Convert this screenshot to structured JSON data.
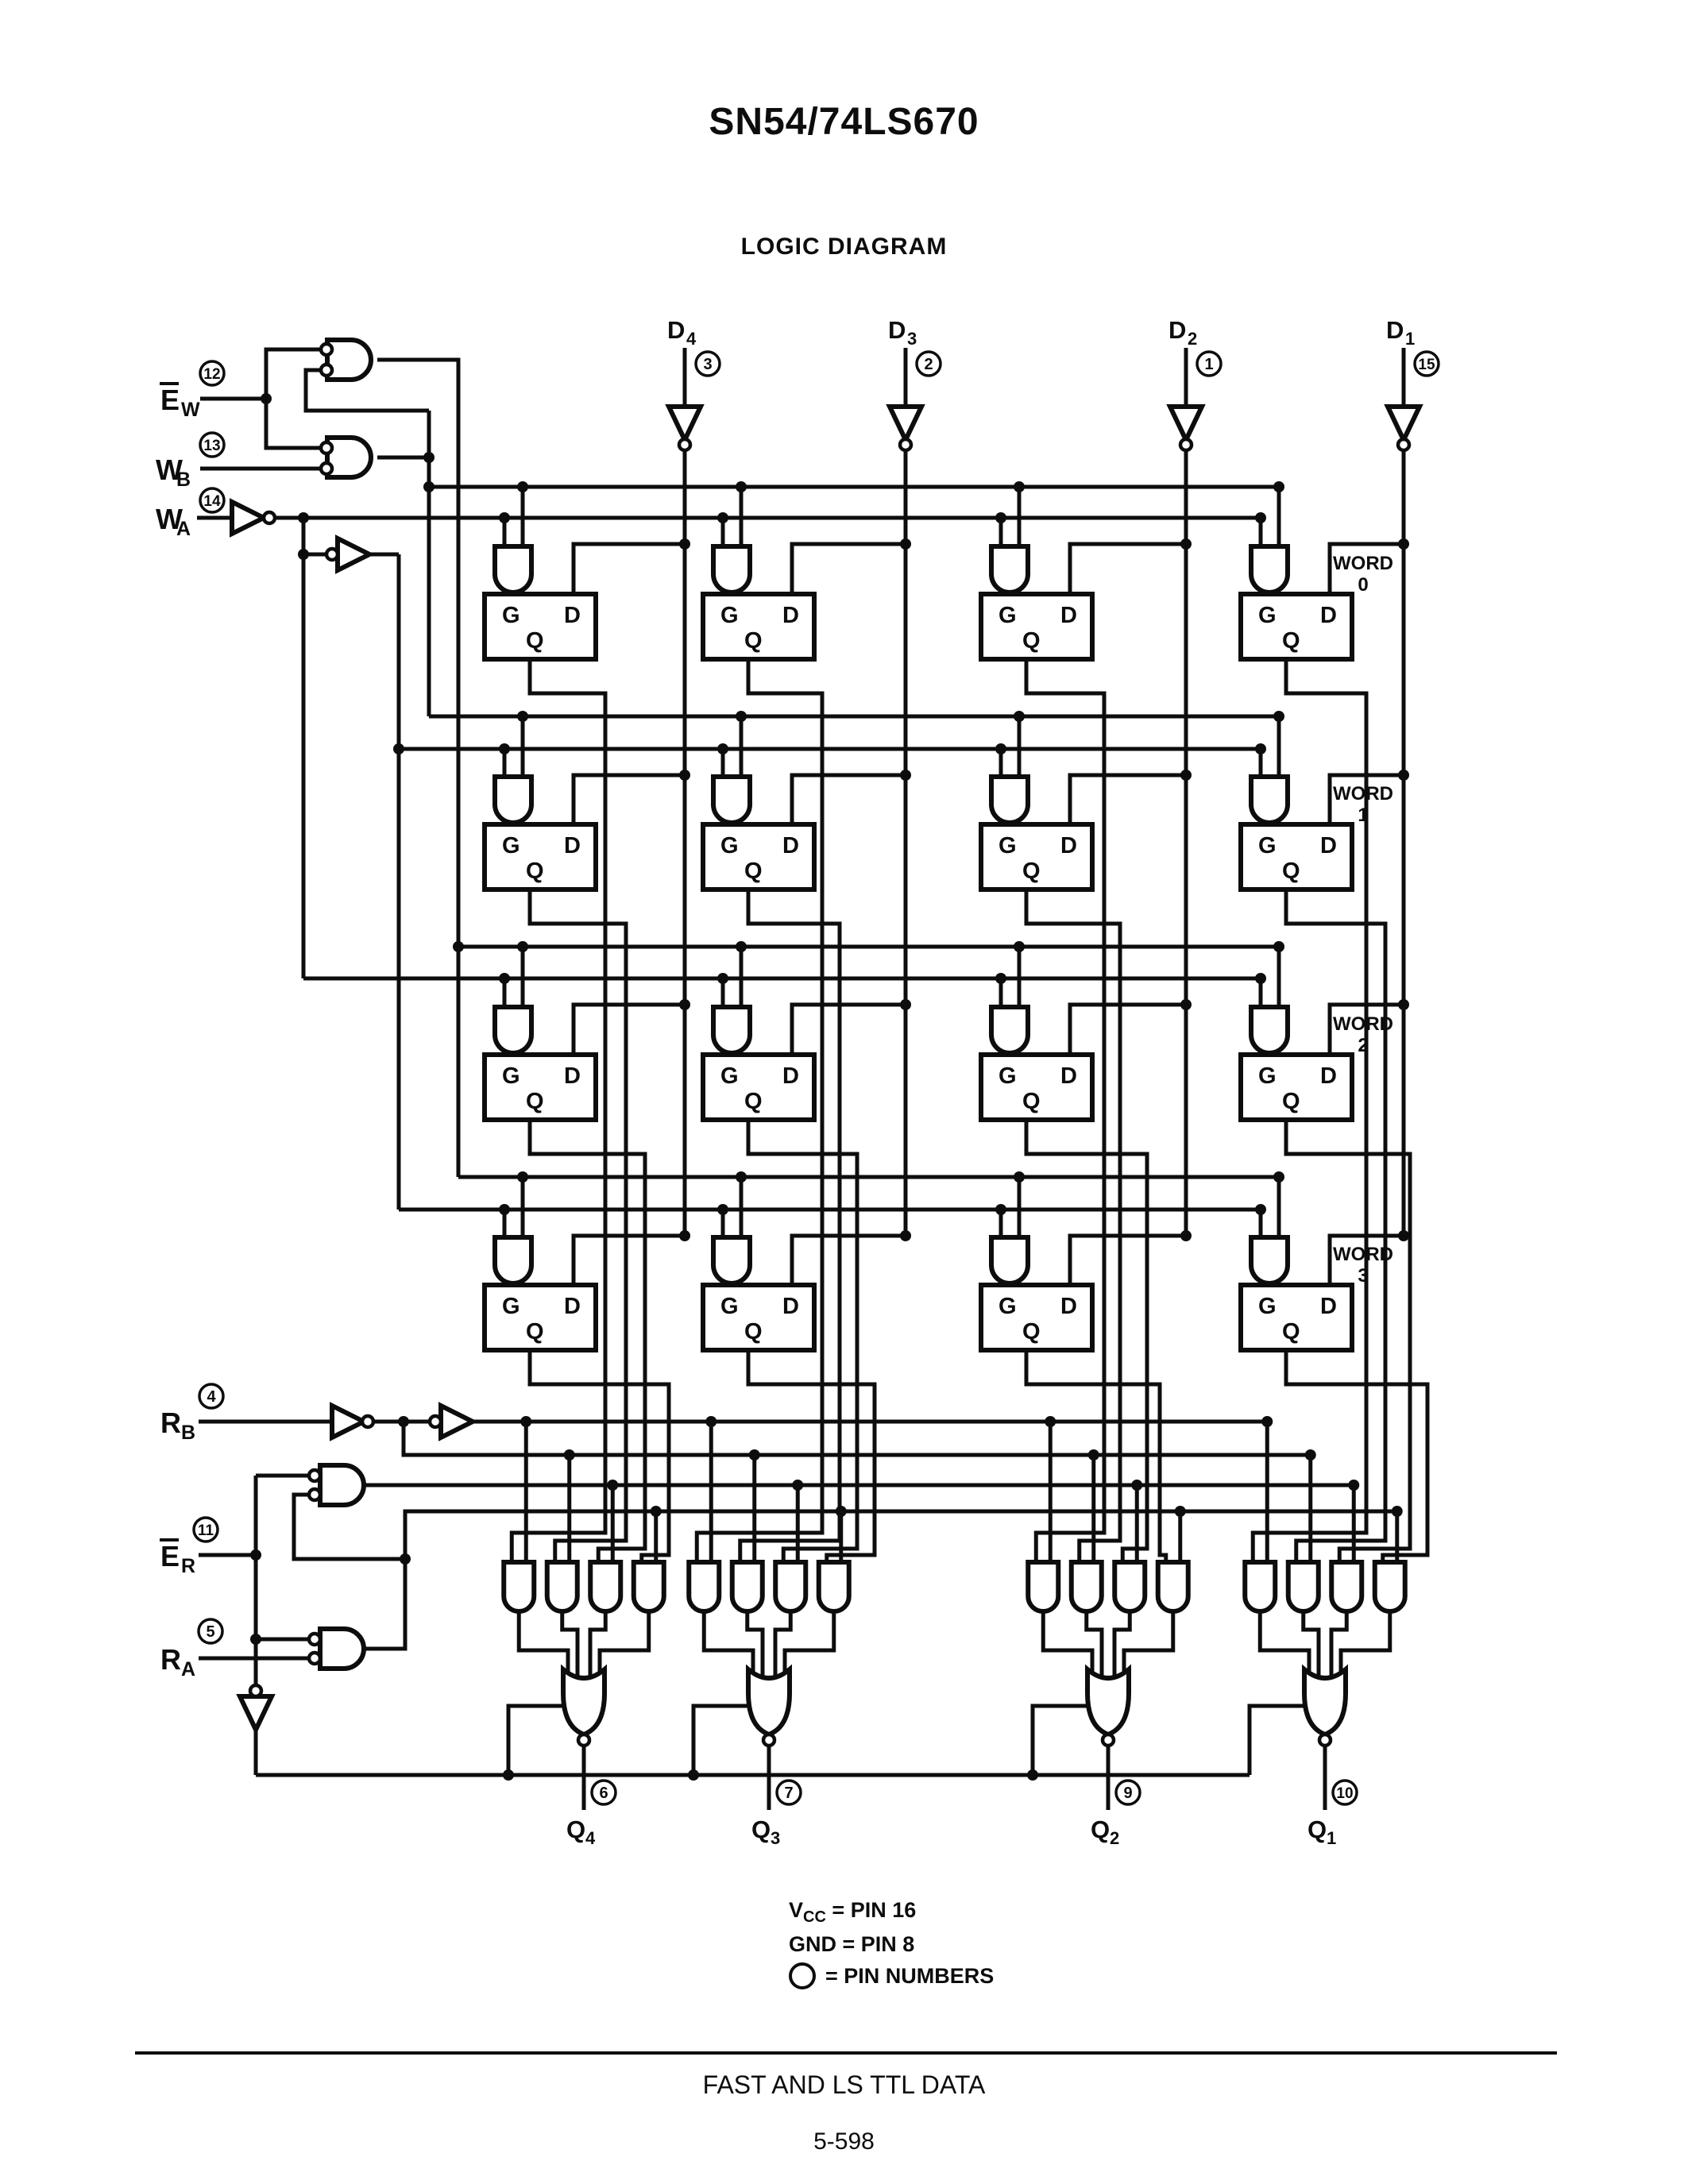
{
  "title": "SN54/74LS670",
  "subtitle": "LOGIC DIAGRAM",
  "write_inputs": {
    "ew": {
      "letter": "E",
      "sub": "W",
      "overbar": true,
      "pin": "12"
    },
    "wb": {
      "letter": "W",
      "sub": "B",
      "overbar": false,
      "pin": "13"
    },
    "wa": {
      "letter": "W",
      "sub": "A",
      "overbar": false,
      "pin": "14"
    }
  },
  "data_inputs": [
    {
      "letter": "D",
      "sub": "4",
      "pin": "3"
    },
    {
      "letter": "D",
      "sub": "3",
      "pin": "2"
    },
    {
      "letter": "D",
      "sub": "2",
      "pin": "1"
    },
    {
      "letter": "D",
      "sub": "1",
      "pin": "15"
    }
  ],
  "read_inputs": {
    "rb": {
      "letter": "R",
      "sub": "B",
      "overbar": false,
      "pin": "4"
    },
    "er": {
      "letter": "E",
      "sub": "R",
      "overbar": true,
      "pin": "11"
    },
    "ra": {
      "letter": "R",
      "sub": "A",
      "overbar": false,
      "pin": "5"
    }
  },
  "outputs": [
    {
      "letter": "Q",
      "sub": "4",
      "pin": "6"
    },
    {
      "letter": "Q",
      "sub": "3",
      "pin": "7"
    },
    {
      "letter": "Q",
      "sub": "2",
      "pin": "9"
    },
    {
      "letter": "Q",
      "sub": "1",
      "pin": "10"
    }
  ],
  "word_labels": [
    {
      "line1": "WORD",
      "line2": "0"
    },
    {
      "line1": "WORD",
      "line2": "1"
    },
    {
      "line1": "WORD",
      "line2": "2"
    },
    {
      "line1": "WORD",
      "line2": "3"
    }
  ],
  "latch_pins": {
    "gate": "G",
    "data": "D",
    "out": "Q"
  },
  "legend": {
    "vcc_v": "V",
    "vcc_sub": "CC",
    "vcc_eq": "= PIN 16",
    "gnd": "GND = PIN 8",
    "pin_note": "= PIN NUMBERS"
  },
  "footer": {
    "line1": "FAST AND LS TTL DATA",
    "page": "5-598"
  }
}
